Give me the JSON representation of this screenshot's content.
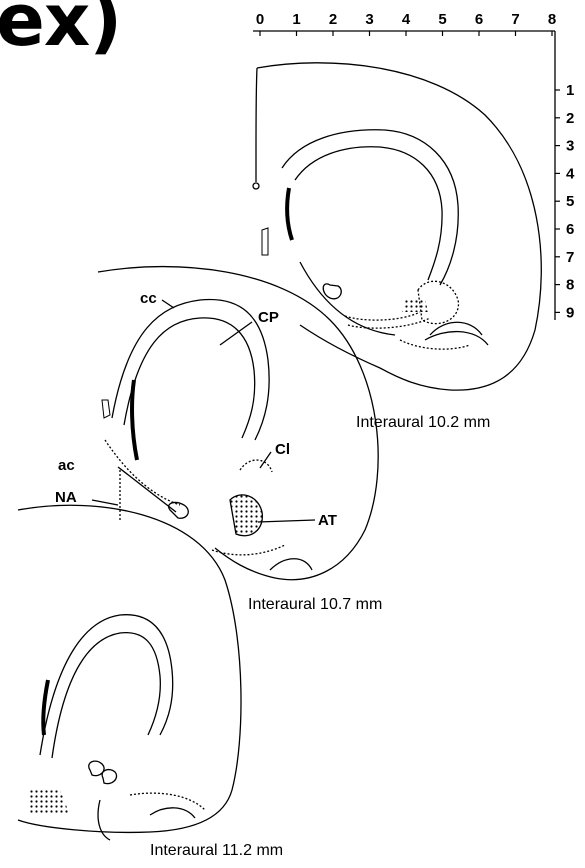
{
  "title_fragment": "ex)",
  "scale": {
    "horizontal_ticks": [
      "0",
      "1",
      "2",
      "3",
      "4",
      "5",
      "6",
      "7",
      "8"
    ],
    "vertical_ticks": [
      "1",
      "2",
      "3",
      "4",
      "5",
      "6",
      "7",
      "8",
      "9"
    ]
  },
  "sections": [
    {
      "caption": "Interaural 10.2 mm"
    },
    {
      "caption": "Interaural 10.7 mm"
    },
    {
      "caption": "Interaural 11.2 mm"
    }
  ],
  "labels": {
    "cc": "cc",
    "CP": "CP",
    "Cl": "Cl",
    "ac": "ac",
    "NA": "NA",
    "AT": "AT"
  },
  "colors": {
    "ink": "#000000",
    "paper": "#ffffff"
  }
}
